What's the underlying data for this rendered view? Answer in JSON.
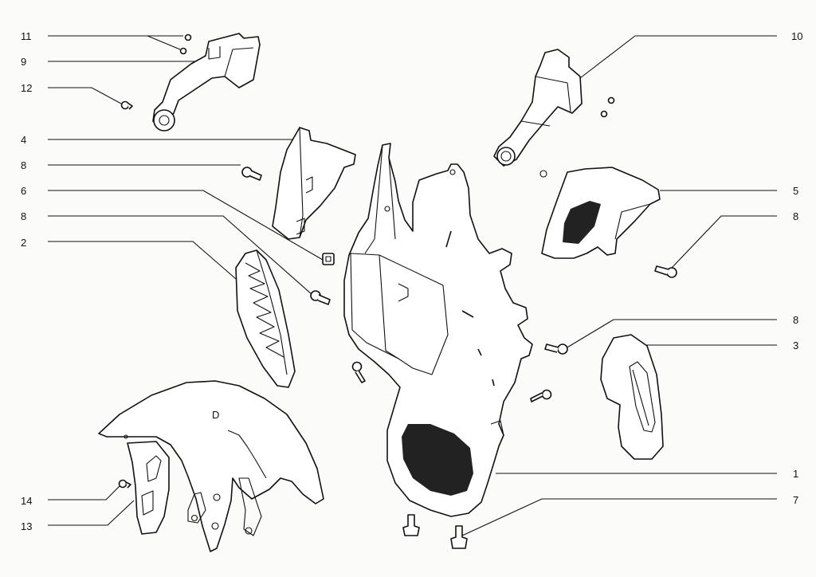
{
  "callouts_left": [
    "11",
    "9",
    "12",
    "4",
    "8",
    "6",
    "8",
    "2",
    "14",
    "13"
  ],
  "callouts_right": [
    "10",
    "5",
    "8",
    "8",
    "3",
    "1",
    "7"
  ],
  "fender_mark": "D"
}
